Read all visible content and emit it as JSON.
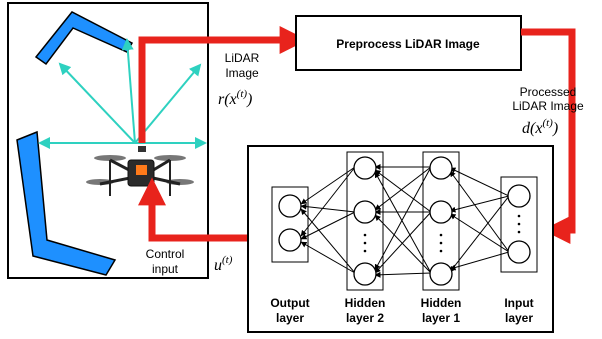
{
  "preprocess_box": {
    "label": "Preprocess LiDAR Image"
  },
  "lidar_image": {
    "line1": "LiDAR",
    "line2": "Image",
    "math": "r(x",
    "sup": "(t)",
    "close": ")"
  },
  "processed_image": {
    "line1": "Processed",
    "line2": "LiDAR Image",
    "math": "d(x",
    "sup": "(t)",
    "close": ")"
  },
  "control_input": {
    "line1": "Control",
    "line2": "input",
    "math": "u",
    "sup": "(t)"
  },
  "network": {
    "layers": [
      {
        "line1": "Output",
        "line2": "layer"
      },
      {
        "line1": "Hidden",
        "line2": "layer 2"
      },
      {
        "line1": "Hidden",
        "line2": "layer 1"
      },
      {
        "line1": "Input",
        "line2": "layer"
      }
    ]
  },
  "colors": {
    "arrow": "#e8231c",
    "wall": "#1e90ff",
    "beam": "#2ed1c0",
    "line": "#000000"
  },
  "icons": [
    "drone-icon"
  ]
}
